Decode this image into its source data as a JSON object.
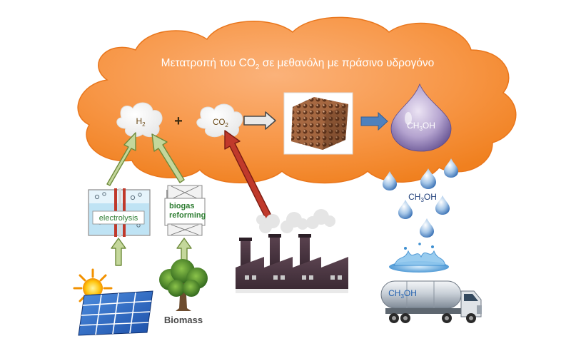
{
  "title": {
    "prefix": "Μετατροπή του CO",
    "subscript": "2",
    "suffix": " σε μεθανόλη με πράσινο υδρογόνο"
  },
  "h2": {
    "main": "H",
    "sub": "2"
  },
  "plus": "+",
  "co2": {
    "main": "CO",
    "sub": "2"
  },
  "drop_big": {
    "pre": "CH",
    "sub": "3",
    "post": "OH"
  },
  "rain": {
    "pre": "CH",
    "sub": "3",
    "post": "OH"
  },
  "tanker": {
    "pre": "CH",
    "sub": "3",
    "post": "OH"
  },
  "electrolysis": "electrolysis",
  "biogas": {
    "line1": "biogas",
    "line2": "reforming"
  },
  "biomass": "Biomass",
  "colors": {
    "cloud": "#f79646",
    "cloud_stroke": "#e46c0a",
    "green_arrow": "#c4d79b",
    "green_arrow_stroke": "#6f8b3c",
    "red_arrow": "#c0392b",
    "blue_arrow": "#4f81bd",
    "label_green": "#2e7d32",
    "drop_purple": "#6e5a9e"
  }
}
